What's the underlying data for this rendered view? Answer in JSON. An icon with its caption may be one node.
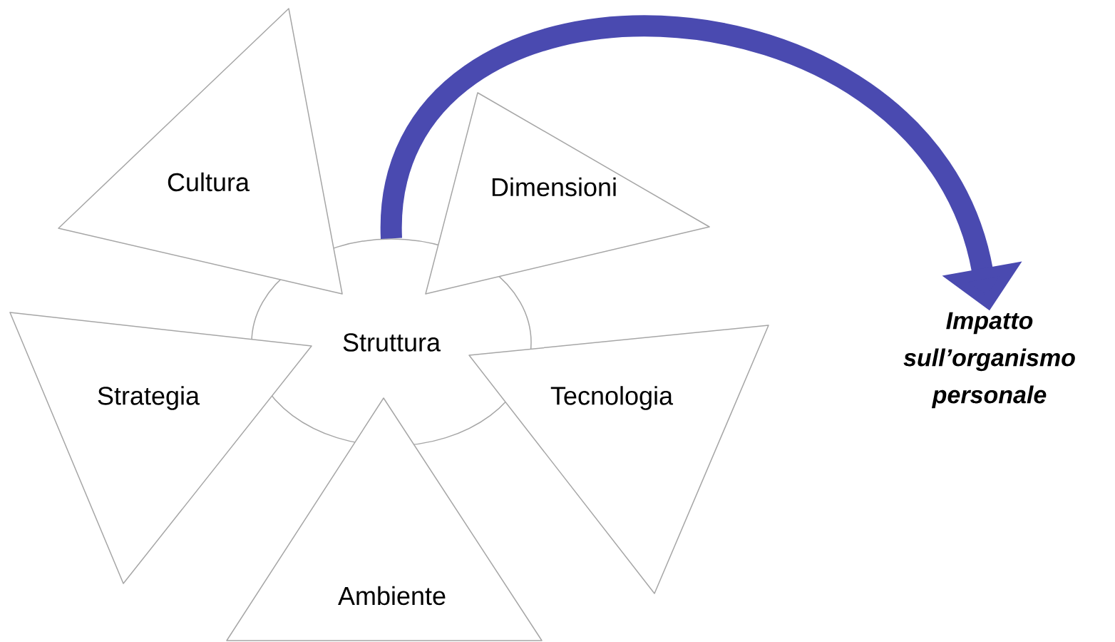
{
  "diagram": {
    "nodes": [
      {
        "text": [
          "Cultura"
        ]
      },
      {
        "text": [
          "Dimensioni"
        ]
      },
      {
        "text": [
          "Struttura"
        ]
      },
      {
        "text": [
          "Strategia"
        ]
      },
      {
        "text": [
          "Tecnologia"
        ]
      },
      {
        "text": [
          "Ambiente"
        ]
      },
      {
        "text": [
          "Impatto sull’organismo personale"
        ]
      }
    ],
    "edges": [
      {
        "from": 2,
        "to": 6,
        "arrow": "to"
      }
    ]
  }
}
